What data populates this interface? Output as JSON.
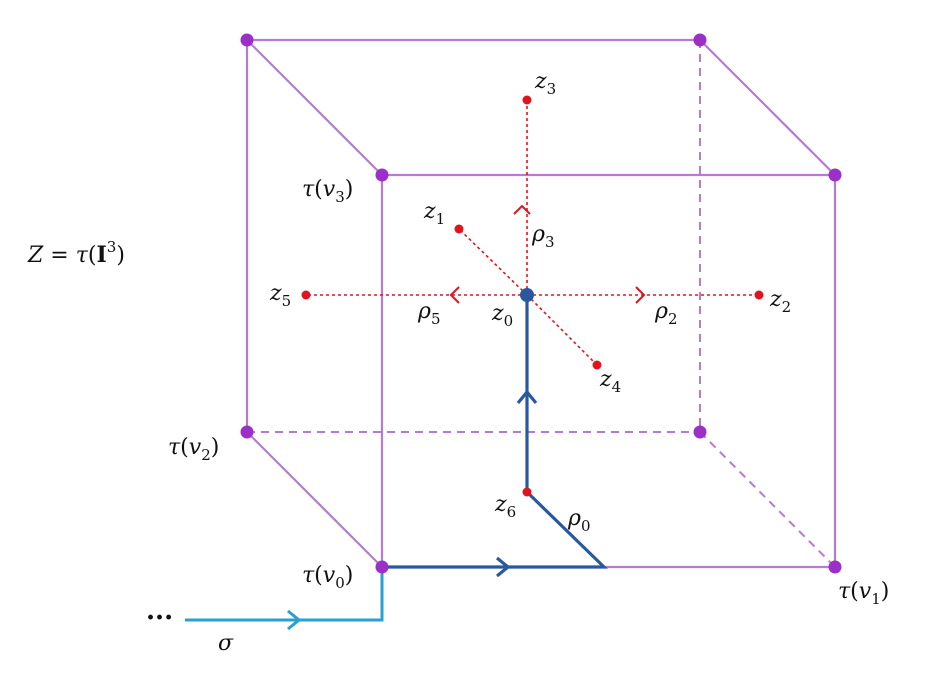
{
  "colors": {
    "cube_edge": "#b57ad1",
    "vertex": "#9b30c9",
    "path_dark": "#2858a0",
    "path_light": "#2a9fd2",
    "red": "#e0141e",
    "text": "#111111"
  },
  "labels": {
    "Z_def": {
      "lhs": "Z",
      "eq": " = ",
      "tau": "τ",
      "open": "(",
      "I": "I",
      "sup": "3",
      "close": ")"
    },
    "tau_v0": {
      "tau": "τ",
      "open": "(",
      "v": "v",
      "sub": "0",
      "close": ")"
    },
    "tau_v1": {
      "tau": "τ",
      "open": "(",
      "v": "v",
      "sub": "1",
      "close": ")"
    },
    "tau_v2": {
      "tau": "τ",
      "open": "(",
      "v": "v",
      "sub": "2",
      "close": ")"
    },
    "tau_v3": {
      "tau": "τ",
      "open": "(",
      "v": "v",
      "sub": "3",
      "close": ")"
    },
    "z0": {
      "z": "z",
      "sub": "0"
    },
    "z1": {
      "z": "z",
      "sub": "1"
    },
    "z2": {
      "z": "z",
      "sub": "2"
    },
    "z3": {
      "z": "z",
      "sub": "3"
    },
    "z4": {
      "z": "z",
      "sub": "4"
    },
    "z5": {
      "z": "z",
      "sub": "5"
    },
    "z6": {
      "z": "z",
      "sub": "6"
    },
    "rho0": {
      "rho": "ρ",
      "sub": "0"
    },
    "rho2": {
      "rho": "ρ",
      "sub": "2"
    },
    "rho3": {
      "rho": "ρ",
      "sub": "3"
    },
    "rho5": {
      "rho": "ρ",
      "sub": "5"
    },
    "sigma": "σ",
    "ellipsis": "···"
  }
}
